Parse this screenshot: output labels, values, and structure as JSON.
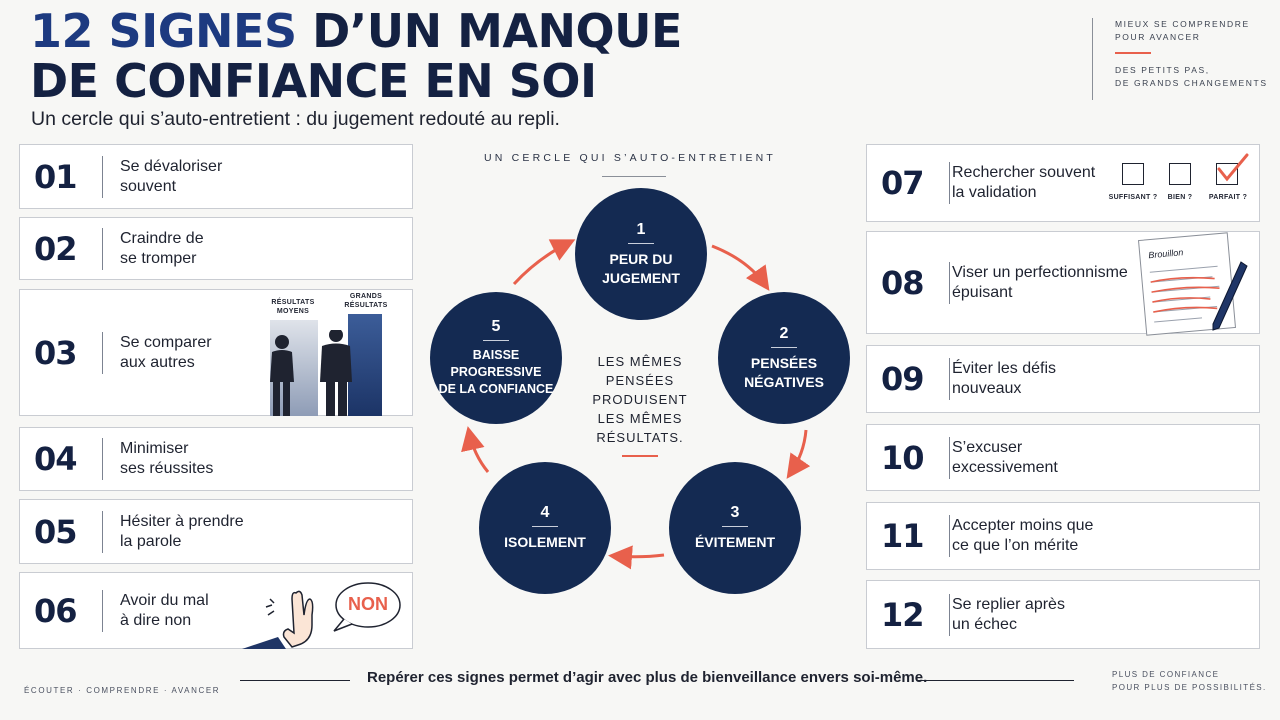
{
  "header": {
    "title_line1_accent": "12 SIGNES",
    "title_line1_rest": "D’UN MANQUE",
    "title_line2": "DE CONFIANCE EN SOI",
    "subtitle": "Un cercle qui s’auto-entretient : du jugement redouté au repli."
  },
  "top_right": {
    "line1": "MIEUX SE COMPRENDRE",
    "line2": "POUR AVANCER",
    "line3": "DES PETITS PAS,",
    "line4": "DE GRANDS CHANGEMENTS"
  },
  "signs": [
    {
      "num": "01",
      "label": "Se dévaloriser\nsouvent"
    },
    {
      "num": "02",
      "label": "Craindre de\nse tromper"
    },
    {
      "num": "03",
      "label": "Se comparer\naux autres"
    },
    {
      "num": "04",
      "label": "Minimiser\nses réussites"
    },
    {
      "num": "05",
      "label": "Hésiter à prendre\nla parole"
    },
    {
      "num": "06",
      "label": "Avoir du mal\nà dire non"
    },
    {
      "num": "07",
      "label": "Rechercher souvent\nla validation"
    },
    {
      "num": "08",
      "label": "Viser un perfectionnisme\népuisant"
    },
    {
      "num": "09",
      "label": "Éviter les défis\nnouveaux"
    },
    {
      "num": "10",
      "label": "S’excuser\nexcessivement"
    },
    {
      "num": "11",
      "label": "Accepter moins que\nce que l’on mérite"
    },
    {
      "num": "12",
      "label": "Se replier après\nun échec"
    }
  ],
  "illustrations": {
    "compare_small": "RÉSULTATS\nMOYENS",
    "compare_big": "GRANDS\nRÉSULTATS",
    "no_bubble": "NON",
    "checkbox_1": "SUFFISANT ?",
    "checkbox_2": "BIEN ?",
    "checkbox_3": "PARFAIT ?",
    "draft_label": "Brouillon"
  },
  "cycle": {
    "title": "UN CERCLE QUI S’AUTO-ENTRETIENT",
    "center": "LES MÊMES\nPENSÉES\nPRODUISENT\nLES MÊMES\nRÉSULTATS.",
    "nodes": [
      {
        "n": "1",
        "text": "PEUR DU\nJUGEMENT"
      },
      {
        "n": "2",
        "text": "PENSÉES\nNÉGATIVES"
      },
      {
        "n": "3",
        "text": "ÉVITEMENT"
      },
      {
        "n": "4",
        "text": "ISOLEMENT"
      },
      {
        "n": "5",
        "text": "BAISSE\nPROGRESSIVE\nDE LA CONFIANCE"
      }
    ]
  },
  "footer": {
    "main": "Repérer ces signes permet d’agir avec plus de bienveillance envers soi-même.",
    "left": "ÉCOUTER · COMPRENDRE · AVANCER",
    "right_line1": "PLUS DE CONFIANCE",
    "right_line2": "POUR PLUS DE POSSIBILITÉS."
  },
  "colors": {
    "navy": "#142a52",
    "accent": "#e8604c",
    "title_accent": "#1d3a80"
  }
}
